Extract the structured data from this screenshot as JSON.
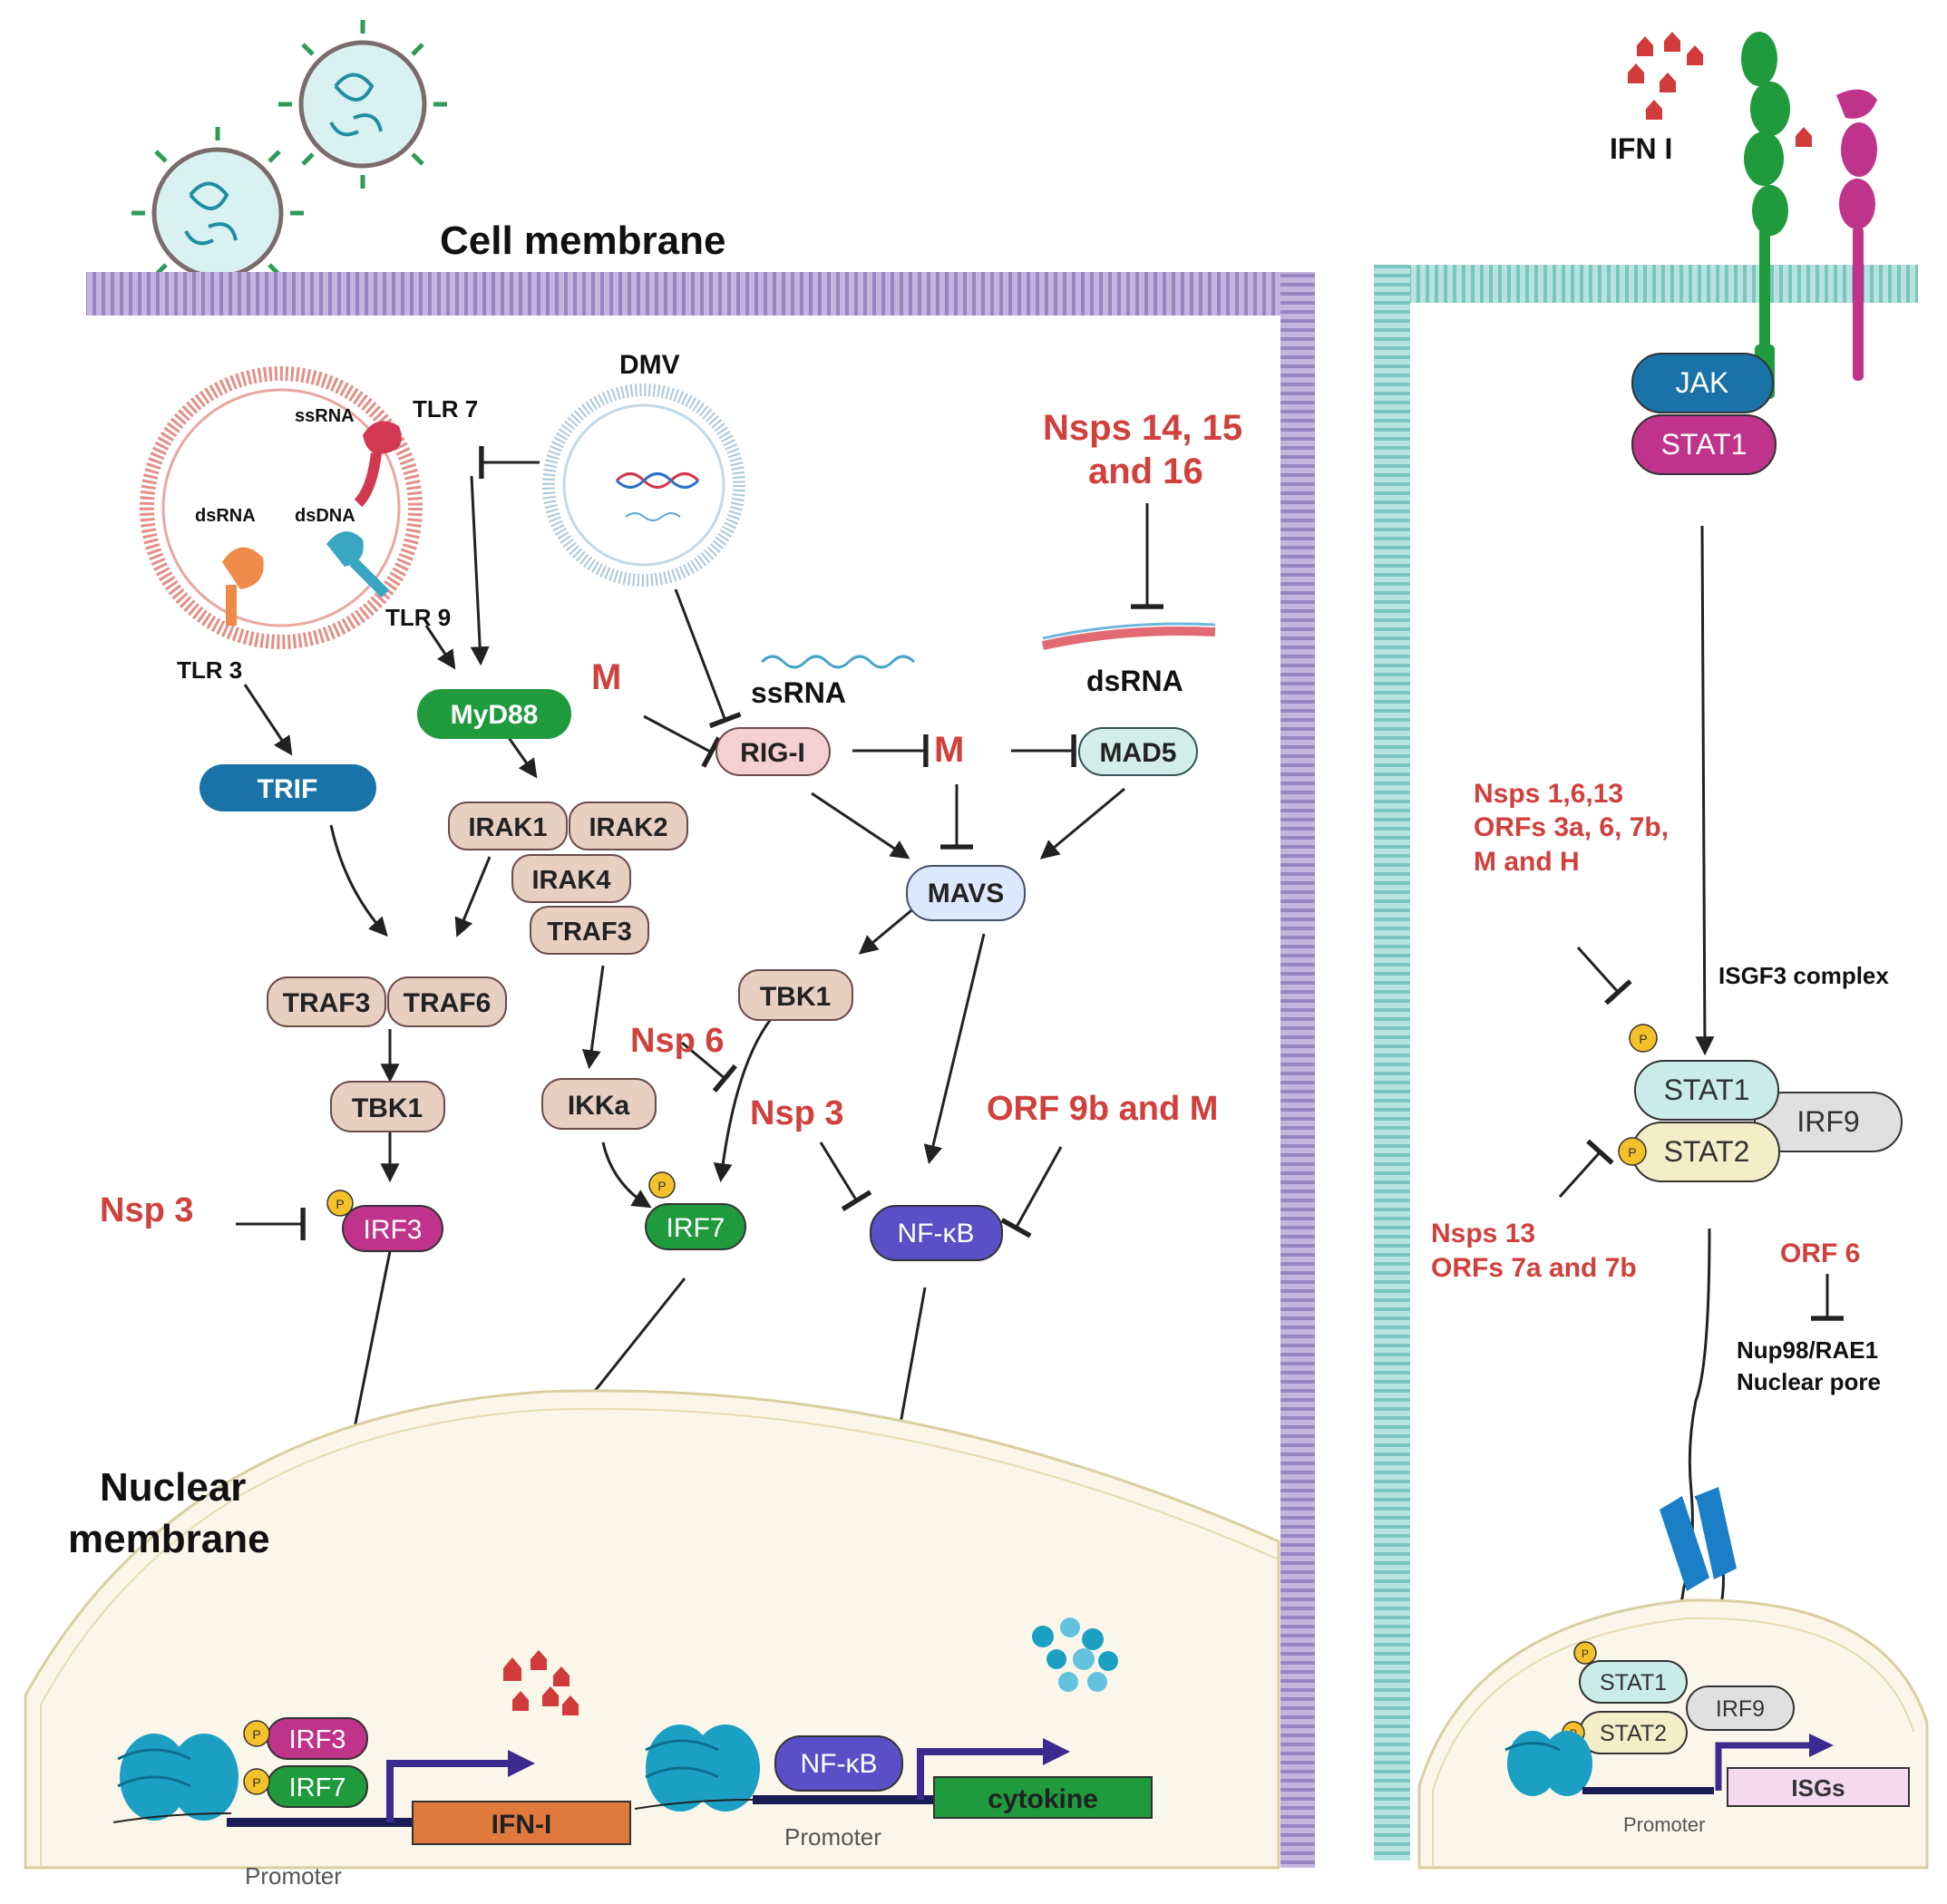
{
  "left": {
    "cell_membrane": "Cell membrane",
    "nuclear_membrane_line1": "Nuclear",
    "nuclear_membrane_line2": "membrane",
    "endosome": {
      "ssRNA": "ssRNA",
      "dsRNA": "dsRNA",
      "dsDNA": "dsDNA",
      "tlr7": "TLR 7",
      "tlr9": "TLR 9",
      "tlr3": "TLR 3"
    },
    "dmv": "DMV",
    "ssRNA_label": "ssRNA",
    "dsRNA_label": "dsRNA",
    "inhibitors": {
      "nsps_14_15_line1": "Nsps 14, 15",
      "nsps_14_15_line2": "and 16",
      "m_top": "M",
      "m_mid": "M",
      "nsp6": "Nsp 6",
      "nsp3_mid": "Nsp 3",
      "orf9b": "ORF 9b and M",
      "nsp3_left": "Nsp 3"
    },
    "nodes": {
      "myd88": "MyD88",
      "trif": "TRIF",
      "rigi": "RIG-I",
      "mad5": "MAD5",
      "irak1": "IRAK1",
      "irak2": "IRAK2",
      "irak4": "IRAK4",
      "traf3_b": "TRAF3",
      "mavs": "MAVS",
      "traf3_a": "TRAF3",
      "traf6": "TRAF6",
      "tbk1_right": "TBK1",
      "tbk1_left": "TBK1",
      "ikka": "IKKa",
      "irf3": "IRF3",
      "irf7": "IRF7",
      "nfkb": "NF-κB"
    },
    "nucleus": {
      "irf3": "IRF3",
      "irf7": "IRF7",
      "ifn": "IFN-I",
      "promoter1": "Promoter",
      "nfkb": "NF-κB",
      "cytokine": "cytokine",
      "promoter2": "Promoter"
    },
    "phospho": "P"
  },
  "right": {
    "ifn": "IFN I",
    "jak": "JAK",
    "stat1": "STAT1",
    "inhibitor_top_line1": "Nsps 1,6,13",
    "inhibitor_top_line2": "ORFs 3a, 6, 7b,",
    "inhibitor_top_line3": "M and H",
    "isgf3": "ISGF3 complex",
    "complex_stat1": "STAT1",
    "complex_stat2": "STAT2",
    "complex_irf9": "IRF9",
    "inhibitor_bottom_line1": "Nsps 13",
    "inhibitor_bottom_line2": "ORFs  7a and 7b",
    "orf6": "ORF 6",
    "nup_line1": "Nup98/RAE1",
    "nup_line2": "Nuclear pore",
    "nuc_stat1": "STAT1",
    "nuc_stat2": "STAT2",
    "nuc_irf9": "IRF9",
    "isgs": "ISGs",
    "promoter": "Promoter"
  },
  "colors": {
    "membrane_purple": "#a893c8",
    "membrane_teal": "#8ecdca",
    "inhibitor_red": "#d0403c",
    "node_tan": "#e7cfc2",
    "trif_blue": "#1a73a8",
    "myd88_green": "#1f9a3d",
    "mavs_blue": "#dce8fb",
    "nfkb_purple": "#5a4fc7",
    "irf3_magenta": "#c0338a",
    "irf7_green": "#1f9a3d",
    "jak_blue": "#1a73a8",
    "stat1_magenta": "#c0338a",
    "complex_stat1": "#c9ece8",
    "complex_stat2": "#f4eec8",
    "irf9_gray": "#e0e0e0",
    "nucleus_fill": "#fbf6ea",
    "ifn_orange": "#e07a3c",
    "cytokine_green": "#1f9a3d",
    "isgs_pink": "#f5d9ee"
  }
}
